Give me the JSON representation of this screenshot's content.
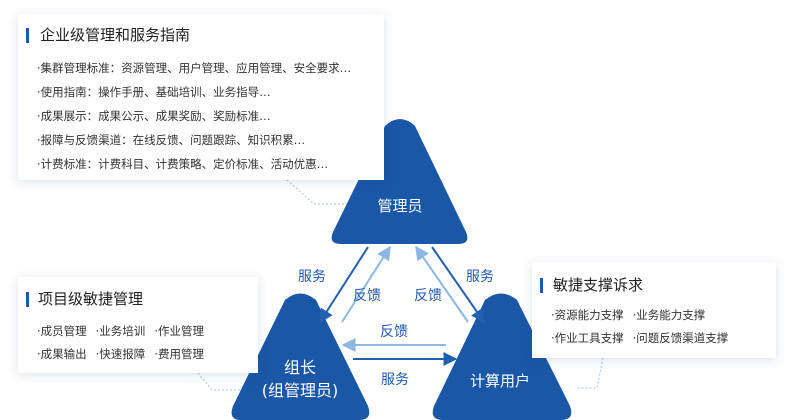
{
  "colors": {
    "node": "#1a57a6",
    "arrow": "#2260b2",
    "arrow_light": "#8db7e3",
    "title_bar": "#1f59b0",
    "dotted": "#a8c4e6"
  },
  "cards": {
    "enterprise": {
      "title": "企业级管理和服务指南",
      "lines": [
        "·集群管理标准：资源管理、用户管理、应用管理、安全要求…",
        "·使用指南：操作手册、基础培训、业务指导…",
        "·成果展示：成果公示、成果奖励、奖励标准…",
        "·报障与反馈渠道：在线反馈、问题跟踪、知识积累…",
        "·计费标准：计费科目、计费策略、定价标准、活动优惠…"
      ]
    },
    "project": {
      "title": "项目级敏捷管理",
      "rows": [
        [
          "·成员管理",
          "·业务培训",
          "·作业管理"
        ],
        [
          "·成果输出",
          "·快速报障",
          "·费用管理"
        ]
      ]
    },
    "agile": {
      "title": "敏捷支撑诉求",
      "rows": [
        [
          "·资源能力支撑",
          "·业务能力支撑"
        ],
        [
          "·作业工具支撑",
          "·问题反馈渠道支撑"
        ]
      ]
    }
  },
  "nodes": {
    "admin": "管理员",
    "leader_line1": "组长",
    "leader_line2": "(组管理员)",
    "user": "计算用户"
  },
  "edges": {
    "admin_to_leader": "服务",
    "leader_to_admin": "反馈",
    "user_to_admin": "反馈",
    "admin_to_user": "服务",
    "user_to_leader": "反馈",
    "leader_to_user": "服务"
  }
}
